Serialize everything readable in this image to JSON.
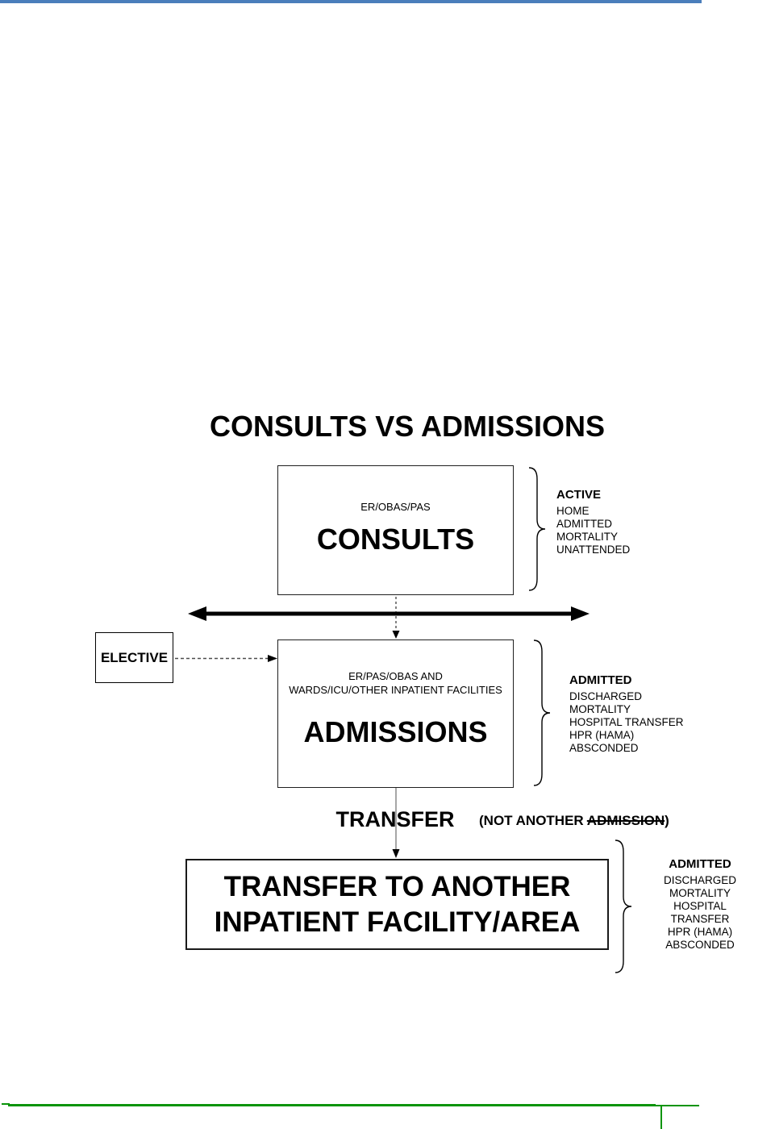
{
  "diagram": {
    "title": "CONSULTS VS ADMISSIONS"
  },
  "consults": {
    "sources": "ER/OBAS/PAS",
    "title": "CONSULTS",
    "outcomes_title": "ACTIVE",
    "outcomes": [
      "HOME",
      "ADMITTED",
      "MORTALITY",
      "UNATTENDED"
    ]
  },
  "elective": {
    "label": "ELECTIVE"
  },
  "admissions": {
    "sources_line1": "ER/PAS/OBAS AND",
    "sources_line2": "WARDS/ICU/OTHER INPATIENT FACILITIES",
    "title": "ADMISSIONS",
    "outcomes_title": "ADMITTED",
    "outcomes": [
      "DISCHARGED",
      "MORTALITY",
      "HOSPITAL TRANSFER",
      "HPR (HAMA)",
      "ABSCONDED"
    ]
  },
  "transfer": {
    "label": "TRANSFER",
    "note_prefix": "(NOT ANOTHER ",
    "note_struck": "ADMISSION",
    "note_suffix": ")"
  },
  "transfer_destination": {
    "title_line1": "TRANSFER TO ANOTHER",
    "title_line2": "INPATIENT FACILITY/AREA",
    "outcomes_title": "ADMITTED",
    "outcomes": [
      "DISCHARGED",
      "MORTALITY",
      "HOSPITAL",
      "TRANSFER",
      "HPR (HAMA)",
      "ABSCONDED"
    ]
  },
  "colors": {
    "top_rule": "#4a7ebb",
    "bottom_rule": "#0a940a"
  }
}
